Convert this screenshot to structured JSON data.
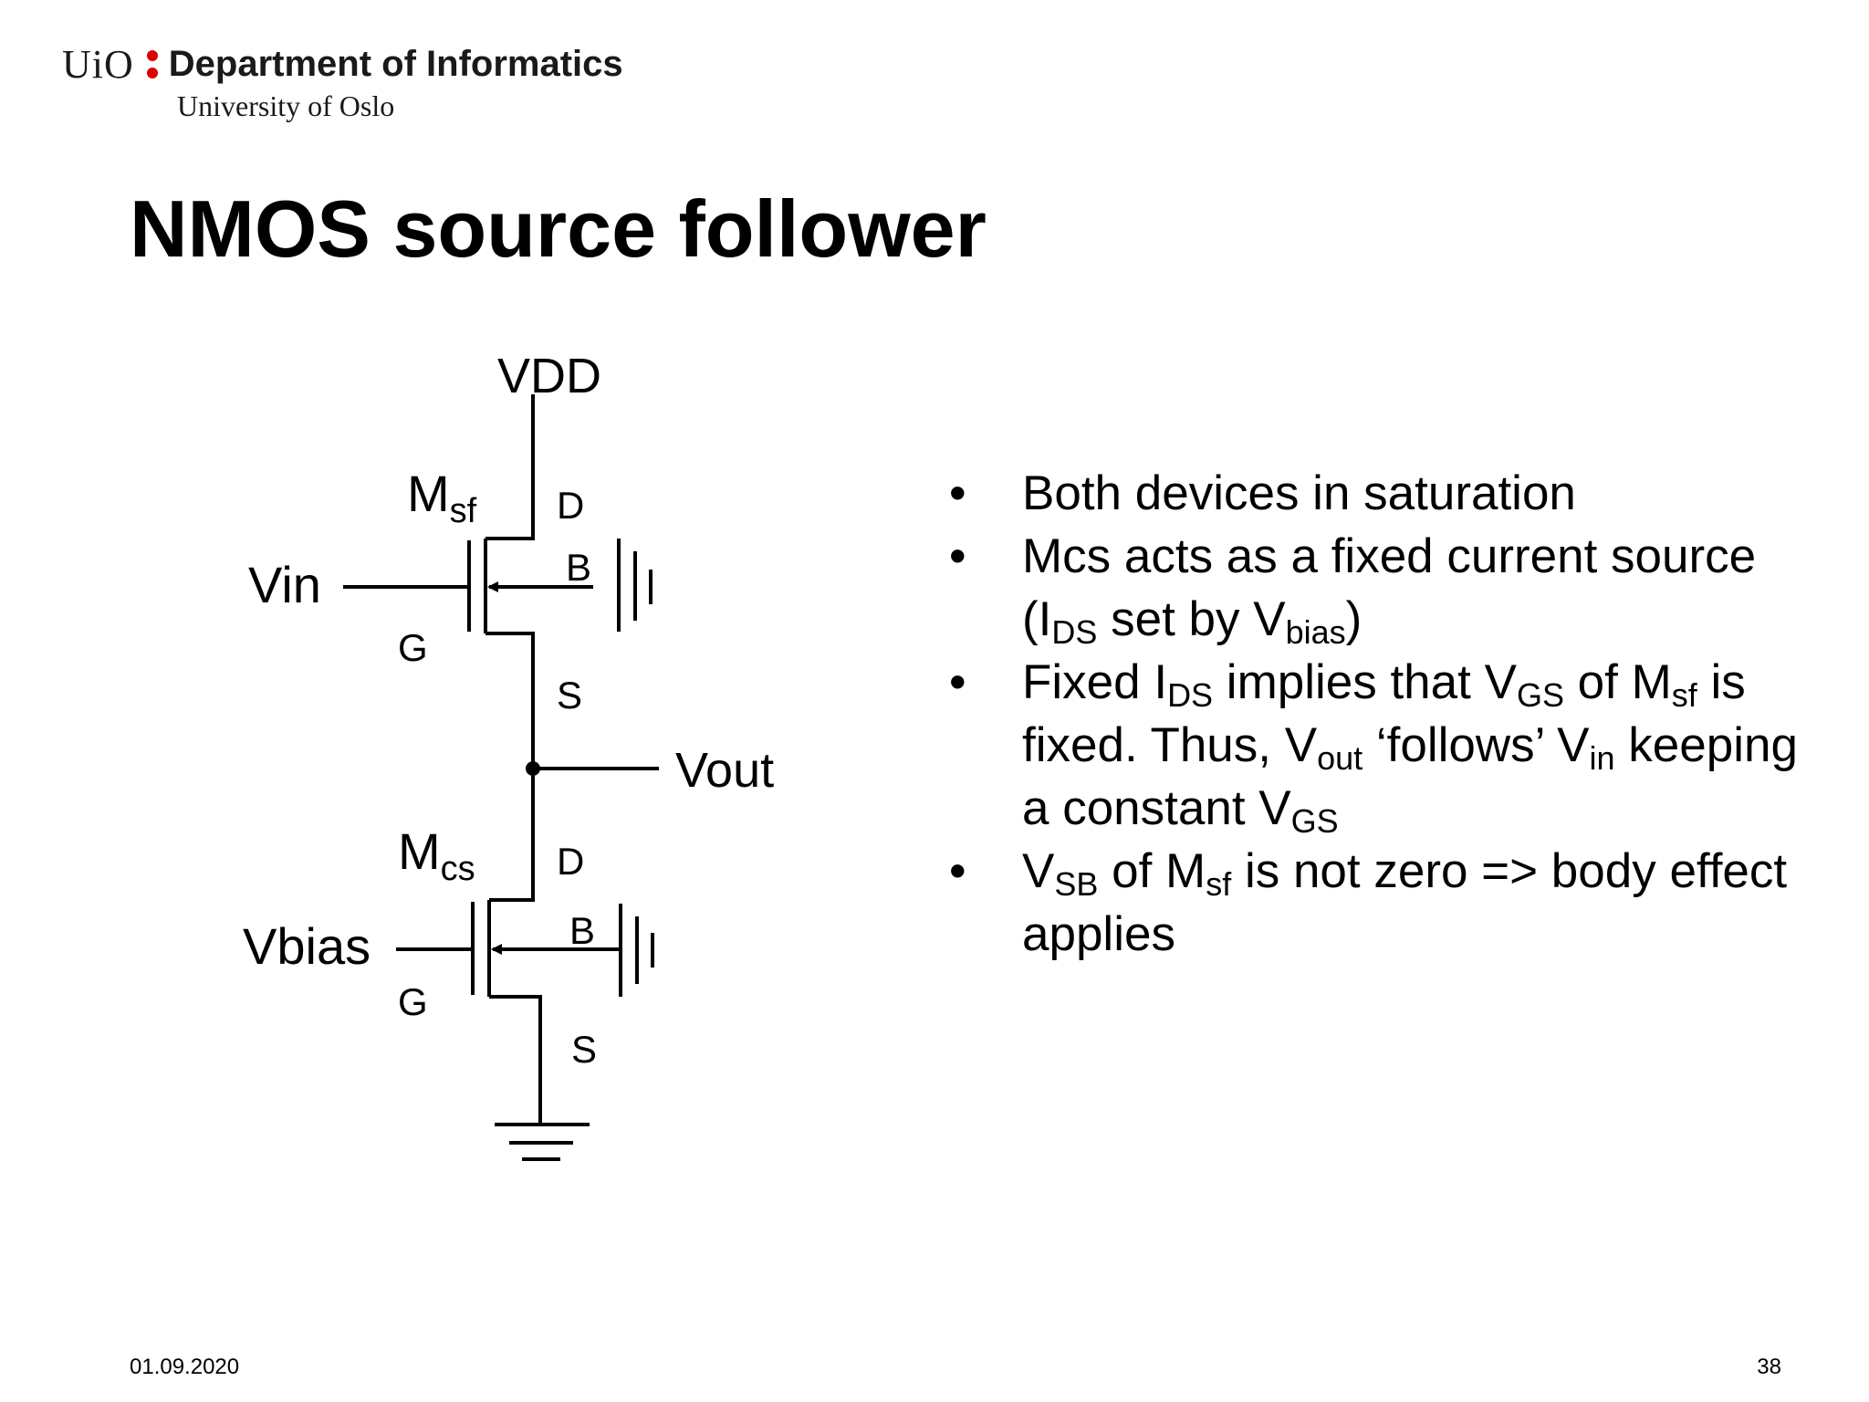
{
  "header": {
    "logo_uio": "UiO",
    "logo_department": "Department of Informatics",
    "logo_university": "University of Oslo"
  },
  "title": "NMOS source follower",
  "circuit": {
    "vdd": "VDD",
    "vout": "Vout",
    "msf": {
      "name": "M",
      "sub": "sf",
      "input": "Vin",
      "drain": "D",
      "gate": "G",
      "source": "S",
      "body": "B"
    },
    "mcs": {
      "name": "M",
      "sub": "cs",
      "input": "Vbias",
      "drain": "D",
      "gate": "G",
      "source": "S",
      "body": "B"
    }
  },
  "bullets": {
    "b1": "Both devices in saturation",
    "b2": {
      "t1": "Mcs acts as a fixed current source (I",
      "s1": "DS",
      "t2": " set by V",
      "s2": "bias",
      "t3": ")"
    },
    "b3": {
      "t1": "Fixed I",
      "s1": "DS",
      "t2": " implies that V",
      "s2": "GS",
      "t3": " of M",
      "s3": "sf",
      "t4": " is fixed. Thus, V",
      "s4": "out",
      "t5": " ‘follows’ V",
      "s5": "in",
      "t6": " keeping a constant V",
      "s6": "GS"
    },
    "b4": {
      "t1": "V",
      "s1": "SB",
      "t2": " of M",
      "s2": "sf",
      "t3": " is not zero => body effect applies"
    }
  },
  "footer": {
    "date": "01.09.2020",
    "page": "38"
  }
}
